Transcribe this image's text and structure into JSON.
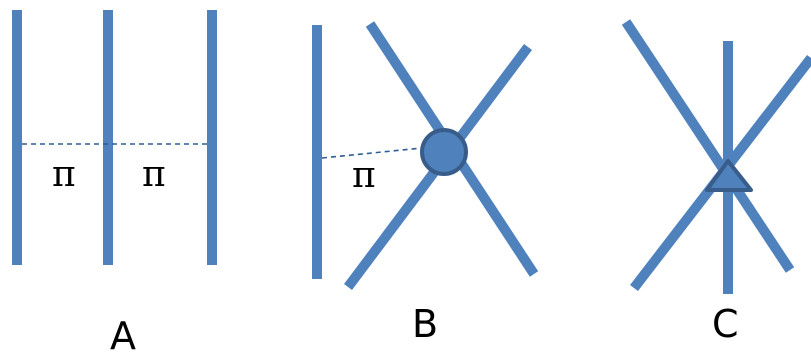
{
  "panels": [
    {
      "caption": "A",
      "exchange_labels": [
        "π",
        "π"
      ]
    },
    {
      "caption": "B",
      "exchange_labels": [
        "π"
      ],
      "vertex": "circle-icon"
    },
    {
      "caption": "C",
      "exchange_labels": [],
      "vertex": "triangle-icon"
    }
  ],
  "colors": {
    "line": "#4f81bd",
    "vertex_fill": "#4f81bd",
    "vertex_stroke": "#385d8a",
    "dashed_line": "#2f5d95"
  }
}
